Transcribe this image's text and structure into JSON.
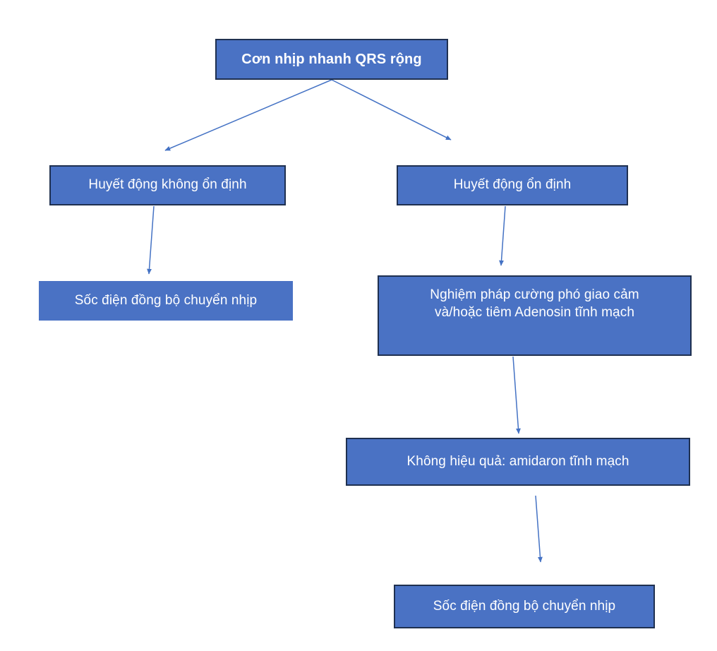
{
  "diagram": {
    "title_text": "Cơn nhịp nhanh QRS rộng",
    "language": "vi",
    "background_color": "#ffffff",
    "node_fill_color": "#4a72c4",
    "node_border_color": "#1f3050",
    "node_text_color": "#ffffff",
    "arrow_color": "#4472c4",
    "nodes": [
      {
        "id": "root",
        "label": "Cơn nhịp nhanh QRS rộng",
        "bold": true,
        "bordered": true
      },
      {
        "id": "unstable",
        "label": "Huyết động không ổn định",
        "bold": false,
        "bordered": true
      },
      {
        "id": "stable",
        "label": "Huyết động ổn định",
        "bold": false,
        "bordered": true
      },
      {
        "id": "shock1",
        "label": "Sốc điện đồng bộ chuyển nhịp",
        "bold": false,
        "bordered": false
      },
      {
        "id": "vagal",
        "label": "Nghiệm pháp cường phó giao cảm\nvà/hoặc tiêm Adenosin tĩnh mạch",
        "bold": false,
        "bordered": true
      },
      {
        "id": "amiodaron",
        "label": "Không hiệu quả: amidaron tĩnh mạch",
        "bold": false,
        "bordered": true
      },
      {
        "id": "shock2",
        "label": "Sốc điện đồng bộ chuyển nhịp",
        "bold": false,
        "bordered": true
      }
    ],
    "edges": [
      {
        "id": "root-to-unstable",
        "from": "root",
        "to": "unstable"
      },
      {
        "id": "root-to-stable",
        "from": "root",
        "to": "stable"
      },
      {
        "id": "unstable-to-shock1",
        "from": "unstable",
        "to": "shock1"
      },
      {
        "id": "stable-to-vagal",
        "from": "stable",
        "to": "vagal"
      },
      {
        "id": "vagal-to-amiodaron",
        "from": "vagal",
        "to": "amiodaron"
      },
      {
        "id": "amiodaron-to-shock2",
        "from": "amiodaron",
        "to": "shock2"
      }
    ]
  }
}
